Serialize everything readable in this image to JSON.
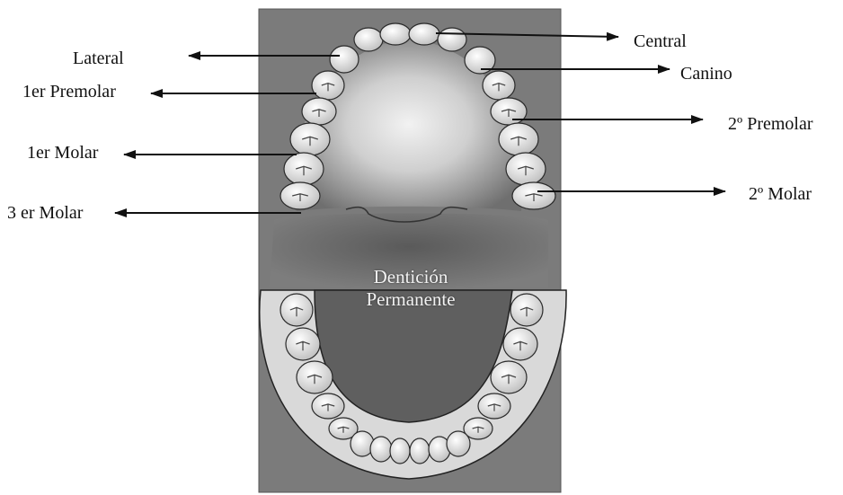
{
  "diagram": {
    "center_label": {
      "line1": "Dentición",
      "line2": "Permanente"
    },
    "left_labels": {
      "lateral": "Lateral",
      "premolar_1": "1er Premolar",
      "molar_1": "1er Molar",
      "molar_3": "3 er Molar"
    },
    "right_labels": {
      "central": "Central",
      "canino": "Canino",
      "premolar_2": "2º Premolar",
      "molar_2": "2º Molar"
    }
  },
  "colors": {
    "photo_background": "#7a7a7a",
    "palate_light": "#e8e8e8",
    "tooth": "#f4f4f4",
    "gum_outline": "#222222",
    "arrow": "#111111",
    "text": "#111111"
  }
}
